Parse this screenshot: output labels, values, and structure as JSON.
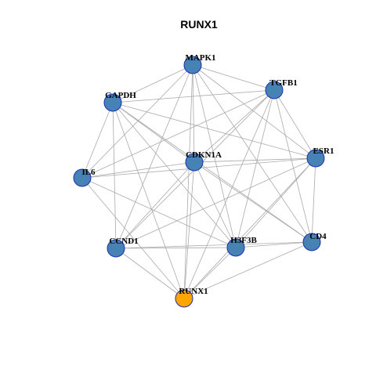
{
  "title": "RUNX1",
  "colors": {
    "node": "#4682B4",
    "highlight": "#FFA500",
    "edge": "#AAAAAA",
    "border": "#1F2FB0"
  },
  "nodes": [
    {
      "id": "MAPK1",
      "label": "MAPK1",
      "highlight": false
    },
    {
      "id": "TGFB1",
      "label": "TGFB1",
      "highlight": false
    },
    {
      "id": "GAPDH",
      "label": "GAPDH",
      "highlight": false
    },
    {
      "id": "ESR1",
      "label": "ESR1",
      "highlight": false
    },
    {
      "id": "CDKN1A",
      "label": "CDKN1A",
      "highlight": false
    },
    {
      "id": "IL6",
      "label": "IL6",
      "highlight": false
    },
    {
      "id": "CCND1",
      "label": "CCND1",
      "highlight": false
    },
    {
      "id": "H3F3B",
      "label": "H3F3B",
      "highlight": false
    },
    {
      "id": "CD4",
      "label": "CD4",
      "highlight": false
    },
    {
      "id": "RUNX1",
      "label": "RUNX1",
      "highlight": true
    }
  ],
  "edges": [
    [
      "MAPK1",
      "TGFB1"
    ],
    [
      "MAPK1",
      "GAPDH"
    ],
    [
      "MAPK1",
      "CDKN1A"
    ],
    [
      "MAPK1",
      "IL6"
    ],
    [
      "MAPK1",
      "CCND1"
    ],
    [
      "MAPK1",
      "H3F3B"
    ],
    [
      "MAPK1",
      "CD4"
    ],
    [
      "MAPK1",
      "ESR1"
    ],
    [
      "MAPK1",
      "RUNX1"
    ],
    [
      "TGFB1",
      "GAPDH"
    ],
    [
      "TGFB1",
      "CDKN1A"
    ],
    [
      "TGFB1",
      "IL6"
    ],
    [
      "TGFB1",
      "CCND1"
    ],
    [
      "TGFB1",
      "H3F3B"
    ],
    [
      "TGFB1",
      "CD4"
    ],
    [
      "TGFB1",
      "ESR1"
    ],
    [
      "TGFB1",
      "RUNX1"
    ],
    [
      "GAPDH",
      "CDKN1A"
    ],
    [
      "GAPDH",
      "IL6"
    ],
    [
      "GAPDH",
      "CCND1"
    ],
    [
      "GAPDH",
      "H3F3B"
    ],
    [
      "GAPDH",
      "CD4"
    ],
    [
      "GAPDH",
      "ESR1"
    ],
    [
      "GAPDH",
      "RUNX1"
    ],
    [
      "IL6",
      "CDKN1A"
    ],
    [
      "IL6",
      "ESR1"
    ],
    [
      "IL6",
      "H3F3B"
    ],
    [
      "IL6",
      "RUNX1"
    ],
    [
      "CDKN1A",
      "ESR1"
    ],
    [
      "CDKN1A",
      "CCND1"
    ],
    [
      "CDKN1A",
      "H3F3B"
    ],
    [
      "CDKN1A",
      "CD4"
    ],
    [
      "CDKN1A",
      "RUNX1"
    ],
    [
      "ESR1",
      "CCND1"
    ],
    [
      "ESR1",
      "H3F3B"
    ],
    [
      "ESR1",
      "CD4"
    ],
    [
      "ESR1",
      "RUNX1"
    ],
    [
      "CCND1",
      "H3F3B"
    ],
    [
      "CCND1",
      "CD4"
    ],
    [
      "CCND1",
      "RUNX1"
    ],
    [
      "H3F3B",
      "CD4"
    ],
    [
      "H3F3B",
      "RUNX1"
    ],
    [
      "CD4",
      "RUNX1"
    ]
  ]
}
